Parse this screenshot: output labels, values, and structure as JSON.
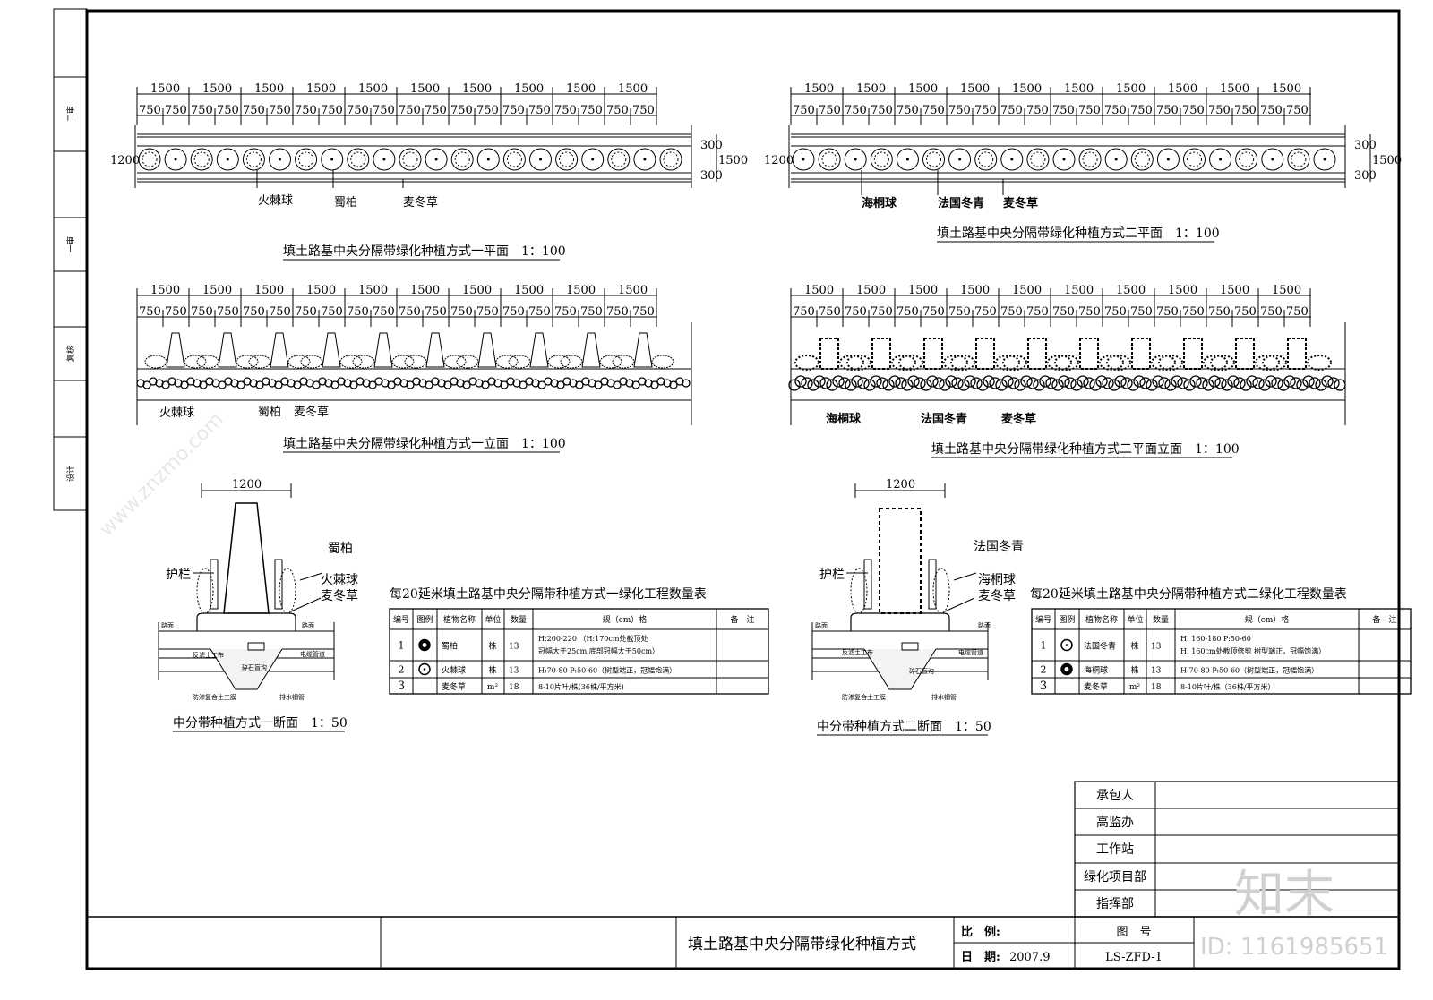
{
  "side_strip": {
    "cells": [
      "二审",
      "一审",
      "复核",
      "设计"
    ]
  },
  "dims": {
    "major": "1500",
    "minor": "750",
    "width": "1200",
    "edge": "300",
    "total": "1500",
    "section_width": "1200"
  },
  "plan1": {
    "labels": [
      "火棘球",
      "蜀柏",
      "麦冬草"
    ],
    "caption": "填土路基中央分隔带绿化种植方式一平面　1：100"
  },
  "plan2": {
    "labels": [
      "海桐球",
      "法国冬青",
      "麦冬草"
    ],
    "caption": "填土路基中央分隔带绿化种植方式二平面　1：100"
  },
  "elev1": {
    "labels": [
      "火棘球",
      "蜀柏",
      "麦冬草"
    ],
    "caption": "填土路基中央分隔带绿化种植方式一立面　1：100"
  },
  "elev2": {
    "labels": [
      "海桐球",
      "法国冬青",
      "麦冬草"
    ],
    "caption": "填土路基中央分隔带绿化种植方式二平面立面　1：100"
  },
  "section1": {
    "labels": {
      "tree": "蜀柏",
      "rail": "护栏",
      "shrub": "火棘球",
      "grass": "麦冬草",
      "road_l": "路面",
      "road_r": "路面",
      "fabric": "反滤土工布",
      "cable": "电缆管道",
      "gravel": "碎石盲沟",
      "membrane": "防渗复合土工膜",
      "pipe": "排水钢管"
    },
    "caption": "中分带种植方式一断面　1：50"
  },
  "section2": {
    "labels": {
      "tree": "法国冬青",
      "rail": "护栏",
      "shrub": "海桐球",
      "grass": "麦冬草",
      "road_l": "路面",
      "road_r": "路面",
      "fabric": "反滤土工布",
      "cable": "电缆管道",
      "gravel": "碎石盲沟",
      "membrane": "防渗复合土工膜",
      "pipe": "排水钢管"
    },
    "caption": "中分带种植方式二断面　1：50"
  },
  "table1": {
    "title": "每20延米填土路基中央分隔带种植方式一绿化工程数量表",
    "headers": [
      "编号",
      "图例",
      "植物名称",
      "单位",
      "数量",
      "规（cm）格",
      "备　注"
    ],
    "rows": [
      {
        "no": "1",
        "icon": "star-circle",
        "name": "蜀柏",
        "unit": "株",
        "qty": "13",
        "spec1": "H:200-220 （H:170cm处截顶处",
        "spec2": "冠幅大于25cm,底部冠幅大于50cm）",
        "note": ""
      },
      {
        "no": "2",
        "icon": "dot-circle",
        "name": "火棘球",
        "unit": "株",
        "qty": "13",
        "spec1": "H:70-80 P:50-60（树型端正，冠幅饱满）",
        "spec2": "",
        "note": ""
      },
      {
        "no": "3",
        "icon": "",
        "name": "麦冬草",
        "unit": "m²",
        "qty": "18",
        "spec1": "8-10片叶/株(36株/平方米)",
        "spec2": "",
        "note": ""
      }
    ]
  },
  "table2": {
    "title": "每20延米填土路基中央分隔带种植方式二绿化工程数量表",
    "headers": [
      "编号",
      "图例",
      "植物名称",
      "单位",
      "数量",
      "规（cm）格",
      "备　注"
    ],
    "rows": [
      {
        "no": "1",
        "icon": "dot-circle",
        "name": "法国冬青",
        "unit": "株",
        "qty": "13",
        "spec1": "H: 160-180 P:50-60",
        "spec2": "H: 160cm处截顶修剪 树型端正，冠幅饱满）",
        "note": ""
      },
      {
        "no": "2",
        "icon": "star-circle",
        "name": "海桐球",
        "unit": "株",
        "qty": "13",
        "spec1": "H:70-80 P:50-60（树型端正，冠幅饱满）",
        "spec2": "",
        "note": ""
      },
      {
        "no": "3",
        "icon": "",
        "name": "麦冬草",
        "unit": "m²",
        "qty": "18",
        "spec1": "8-10片叶/株（36株/平方米）",
        "spec2": "",
        "note": ""
      }
    ]
  },
  "approvals": [
    "承包人",
    "高监办",
    "工作站",
    "绿化项目部",
    "指挥部"
  ],
  "title_block": {
    "drawing_title": "填土路基中央分隔带绿化种植方式",
    "scale_label": "比　例:",
    "scale_value": "",
    "date_label": "日　期:",
    "date_value": "2007.9",
    "drawing_no_label": "图　号",
    "drawing_no": "LS-ZFD-1"
  },
  "watermark": {
    "logo": "知末",
    "id": "ID: 1161985651",
    "site": "www.znzmo.com"
  }
}
